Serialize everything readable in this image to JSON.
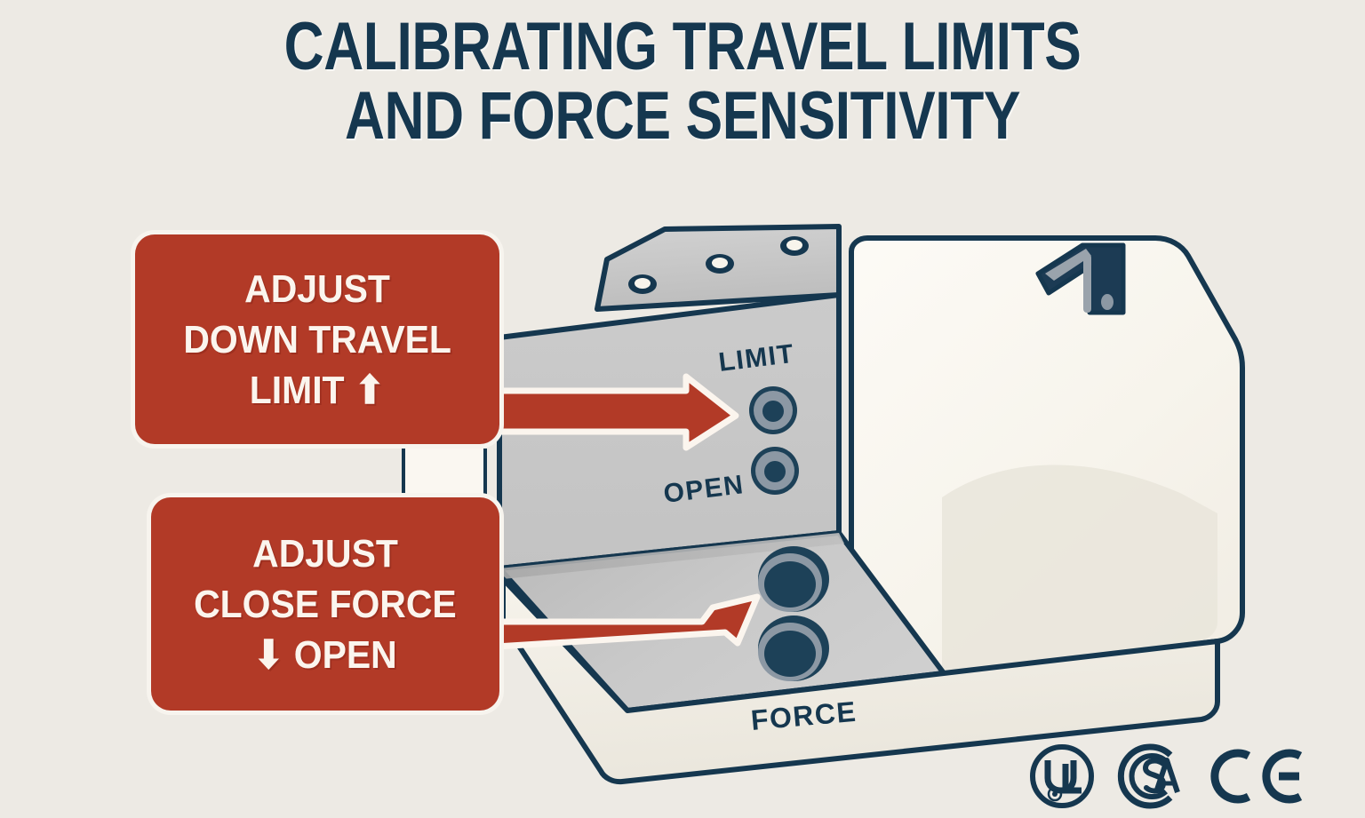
{
  "title": {
    "line1": "CALIBRATING TRAVEL LIMITS",
    "line2": "AND FORCE SENSITIVITY"
  },
  "callouts": [
    {
      "id": "adjust-down-travel-limit",
      "line1": "ADJUST",
      "line2": "DOWN TRAVEL",
      "line3": "LIMIT",
      "arrow": "⬆",
      "arrow_name": "up-arrow-icon",
      "color": "#B23A27"
    },
    {
      "id": "adjust-close-force",
      "line1": "ADJUST",
      "line2": "CLOSE FORCE",
      "arrow": "⬇",
      "arrow_name": "down-arrow-icon",
      "line3": "OPEN",
      "color": "#B23A27"
    }
  ],
  "device": {
    "labels": {
      "limit": "LIMIT",
      "open": "OPEN",
      "force": "FORCE"
    },
    "colors": {
      "outline": "#15374F",
      "panel_gray": "#C6C6C6",
      "housing_cream": "#F7F4EC",
      "bracket_navy": "#1C3B54",
      "dial_ring": "#8C98A4",
      "dial_center": "#1D4158"
    }
  },
  "certifications": [
    {
      "name": "ul-mark",
      "label": "UL"
    },
    {
      "name": "csa-mark",
      "label": "CSA"
    },
    {
      "name": "ce-mark",
      "label": "CE"
    }
  ],
  "theme": {
    "background": "#EDEAE4",
    "navy": "#15374F",
    "red": "#B23A27",
    "cream": "#FBF5EE"
  }
}
